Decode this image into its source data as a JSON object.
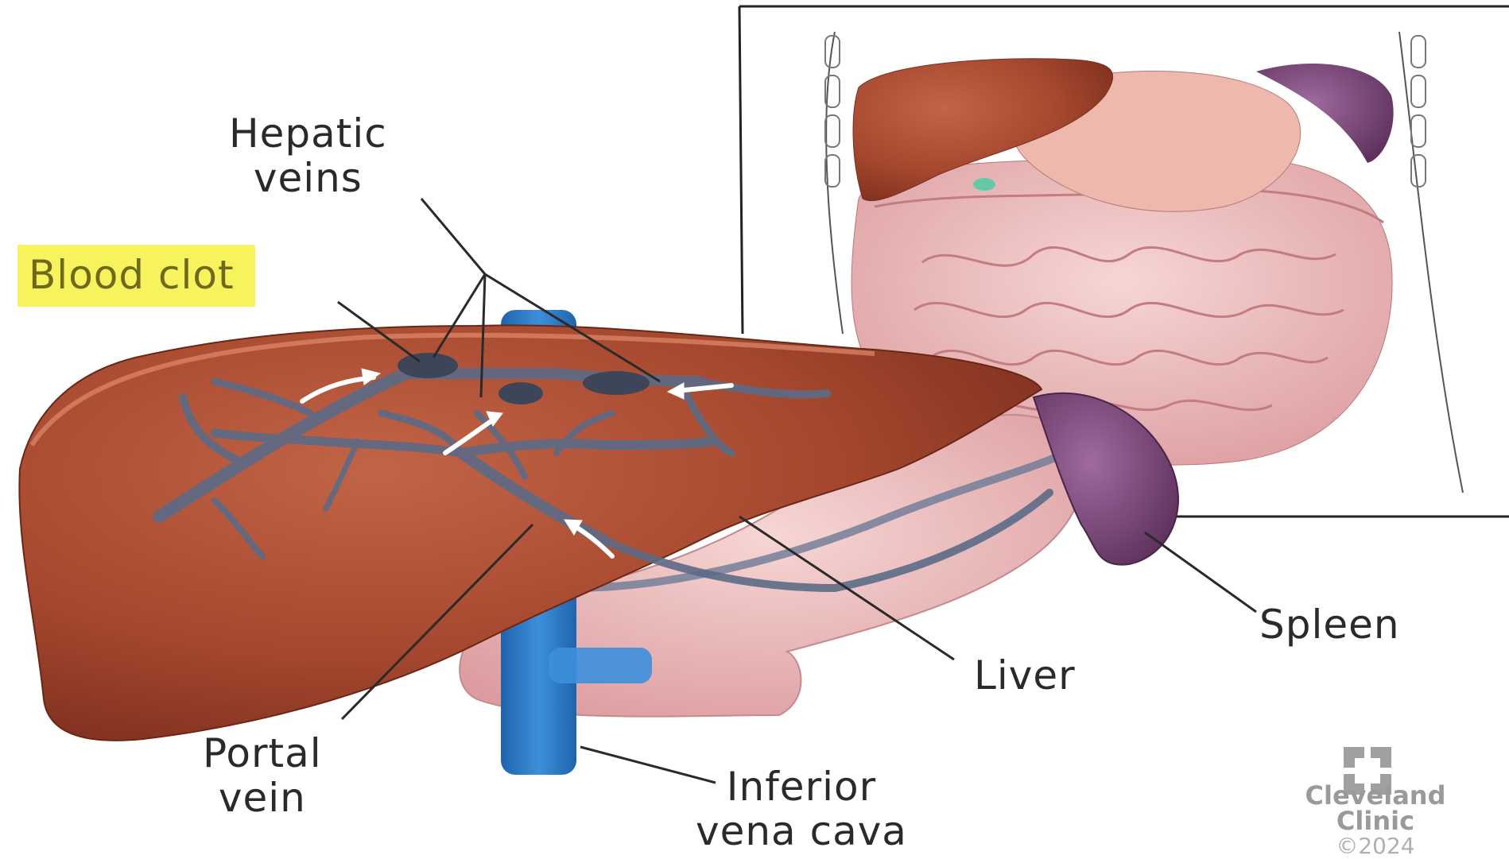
{
  "labels": {
    "hepatic_veins": [
      "Hepatic",
      "veins"
    ],
    "blood_clot": "Blood clot",
    "spleen": "Spleen",
    "liver": "Liver",
    "portal_vein": [
      "Portal",
      "vein"
    ],
    "inferior_vena_cava": [
      "Inferior",
      "vena cava"
    ]
  },
  "logo": {
    "line1": "Cleveland",
    "line2": "Clinic",
    "copyright": "©2024"
  },
  "colors": {
    "liver": "#a4472e",
    "vena_cava": "#2f7ec9",
    "veins": "#5b6b86",
    "spleen": "#7b4a79",
    "intestine": "#e7b2b5",
    "highlight": "#f7f35c"
  }
}
